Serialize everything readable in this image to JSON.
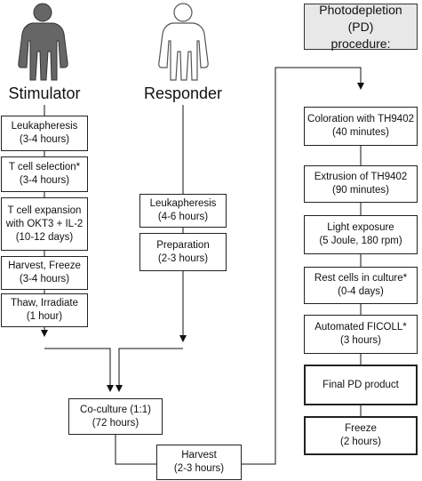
{
  "figures": {
    "stimulator": {
      "label": "Stimulator",
      "color": "#666666"
    },
    "responder": {
      "label": "Responder",
      "color": "#ffffff"
    }
  },
  "stimulator_boxes": [
    "Leukapheresis\n(3-4 hours)",
    "T cell selection*\n(3-4 hours)",
    "T cell expansion\nwith OKT3 + IL-2\n(10-12 days)",
    "Harvest, Freeze\n(3-4 hours)",
    "Thaw, Irradiate\n(1 hour)"
  ],
  "responder_boxes": [
    "Leukapheresis\n(4-6 hours)",
    "Preparation\n(2-3 hours)"
  ],
  "coculture": "Co-culture (1:1)\n(72 hours)",
  "harvest": "Harvest\n(2-3 hours)",
  "pd_header": "Photodepletion (PD)\nprocedure:",
  "pd_boxes": [
    "Coloration with TH9402\n(40 minutes)",
    "Extrusion of TH9402\n(90 minutes)",
    "Light exposure\n(5 Joule, 180 rpm)",
    "Rest cells in culture*\n(0-4 days)",
    "Automated FICOLL*\n(3 hours)",
    "Final PD product",
    "Freeze\n(2 hours)"
  ]
}
